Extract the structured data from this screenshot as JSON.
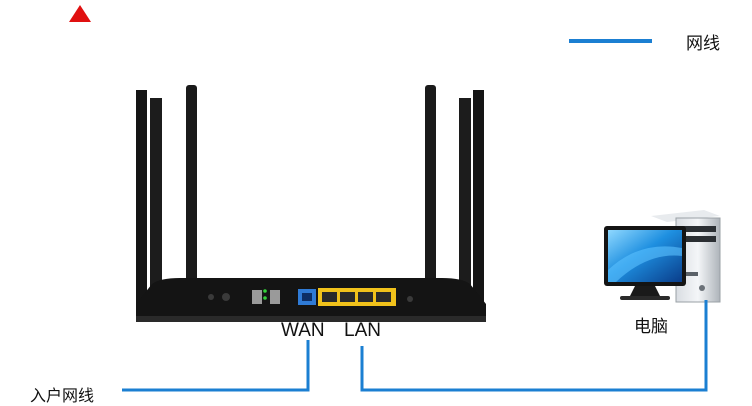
{
  "legend": {
    "label": "网线",
    "line_color": "#1b7fd2"
  },
  "router": {
    "wan_label": "WAN",
    "lan_label": "LAN"
  },
  "computer": {
    "label": "电脑"
  },
  "inlet": {
    "label": "入户网线"
  },
  "colors": {
    "cable": "#1b7fd2",
    "router_body": "#141414",
    "lan_ports": "#f1c21b",
    "wan_port": "#2f7bd6",
    "warning": "#e01010"
  }
}
